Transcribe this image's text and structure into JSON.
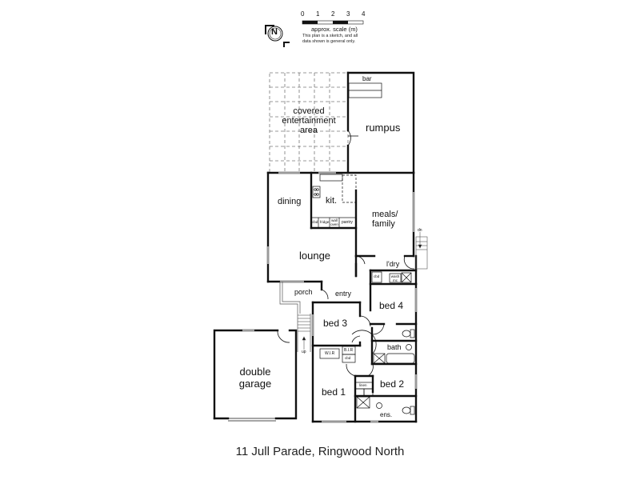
{
  "title": "11 Jull Parade, Ringwood North",
  "compass": {
    "icon": "north-arrow-icon",
    "letter": "N"
  },
  "scale_bar": {
    "ticks": [
      "0",
      "1",
      "2",
      "3",
      "4"
    ],
    "caption": "approx. scale (m)",
    "disclaimer_line1": "This plan is a sketch, and all",
    "disclaimer_line2": "data shown is general only."
  },
  "rooms": {
    "covered_area_line1": "covered",
    "covered_area_line2": "entertainment",
    "covered_area_line3": "area",
    "bar": "bar",
    "rumpus": "rumpus",
    "dining": "dining",
    "kitchen": "kit.",
    "meals_line1": "meals/",
    "meals_line2": "family",
    "lounge": "lounge",
    "laundry": "l'dry",
    "porch": "porch",
    "entry": "entry",
    "bed4": "bed 4",
    "bed3": "bed 3",
    "bath": "bath",
    "bed1": "bed 1",
    "bed2": "bed 2",
    "ensuite": "ens.",
    "garage_line1": "double",
    "garage_line2": "garage"
  },
  "fixtures": {
    "cupboard_a": "cbd",
    "fridge": "fridge",
    "wall_oven_line1": "wall",
    "wall_oven_line2": "oven",
    "pantry": "pantry",
    "laundry_cupboard": "cbd",
    "washing_machine_line1": "wash",
    "washing_machine_line2": "mc",
    "bir": "B.I.R",
    "bed3_cupboard": "cbd",
    "wir": "W.I.R",
    "linen": "linen",
    "stairs_up_label": "up",
    "stairs_down_label": "dn"
  },
  "colors": {
    "wall": "#111111",
    "window": "#9a9a9a",
    "dashed": "#777777",
    "text": "#111111"
  }
}
